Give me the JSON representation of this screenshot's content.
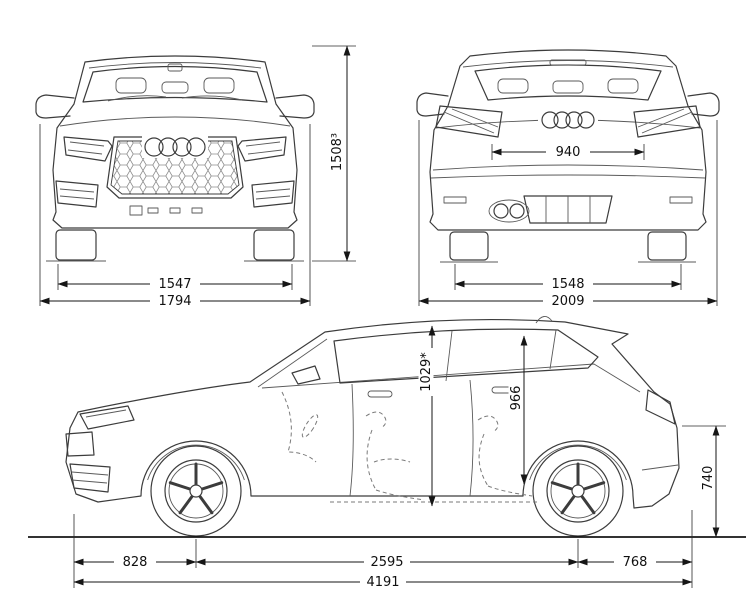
{
  "diagram": {
    "type": "vehicle-dimension-drawing",
    "views": [
      "front",
      "rear",
      "side"
    ]
  },
  "dimensions": {
    "front": {
      "track": "1547",
      "overall_width": "1794",
      "overall_height": "1508³"
    },
    "rear": {
      "tailgate_opening": "940",
      "track": "1548",
      "width_incl_mirrors": "2009"
    },
    "side": {
      "front_headroom": "1029*",
      "rear_headroom": "966",
      "rear_height": "740",
      "front_overhang": "828",
      "wheelbase": "2595",
      "rear_overhang": "768",
      "overall_length": "4191"
    }
  },
  "colors": {
    "background": "#ffffff",
    "artwork_line": "#3c3c3c",
    "dimension_line": "#161616"
  }
}
